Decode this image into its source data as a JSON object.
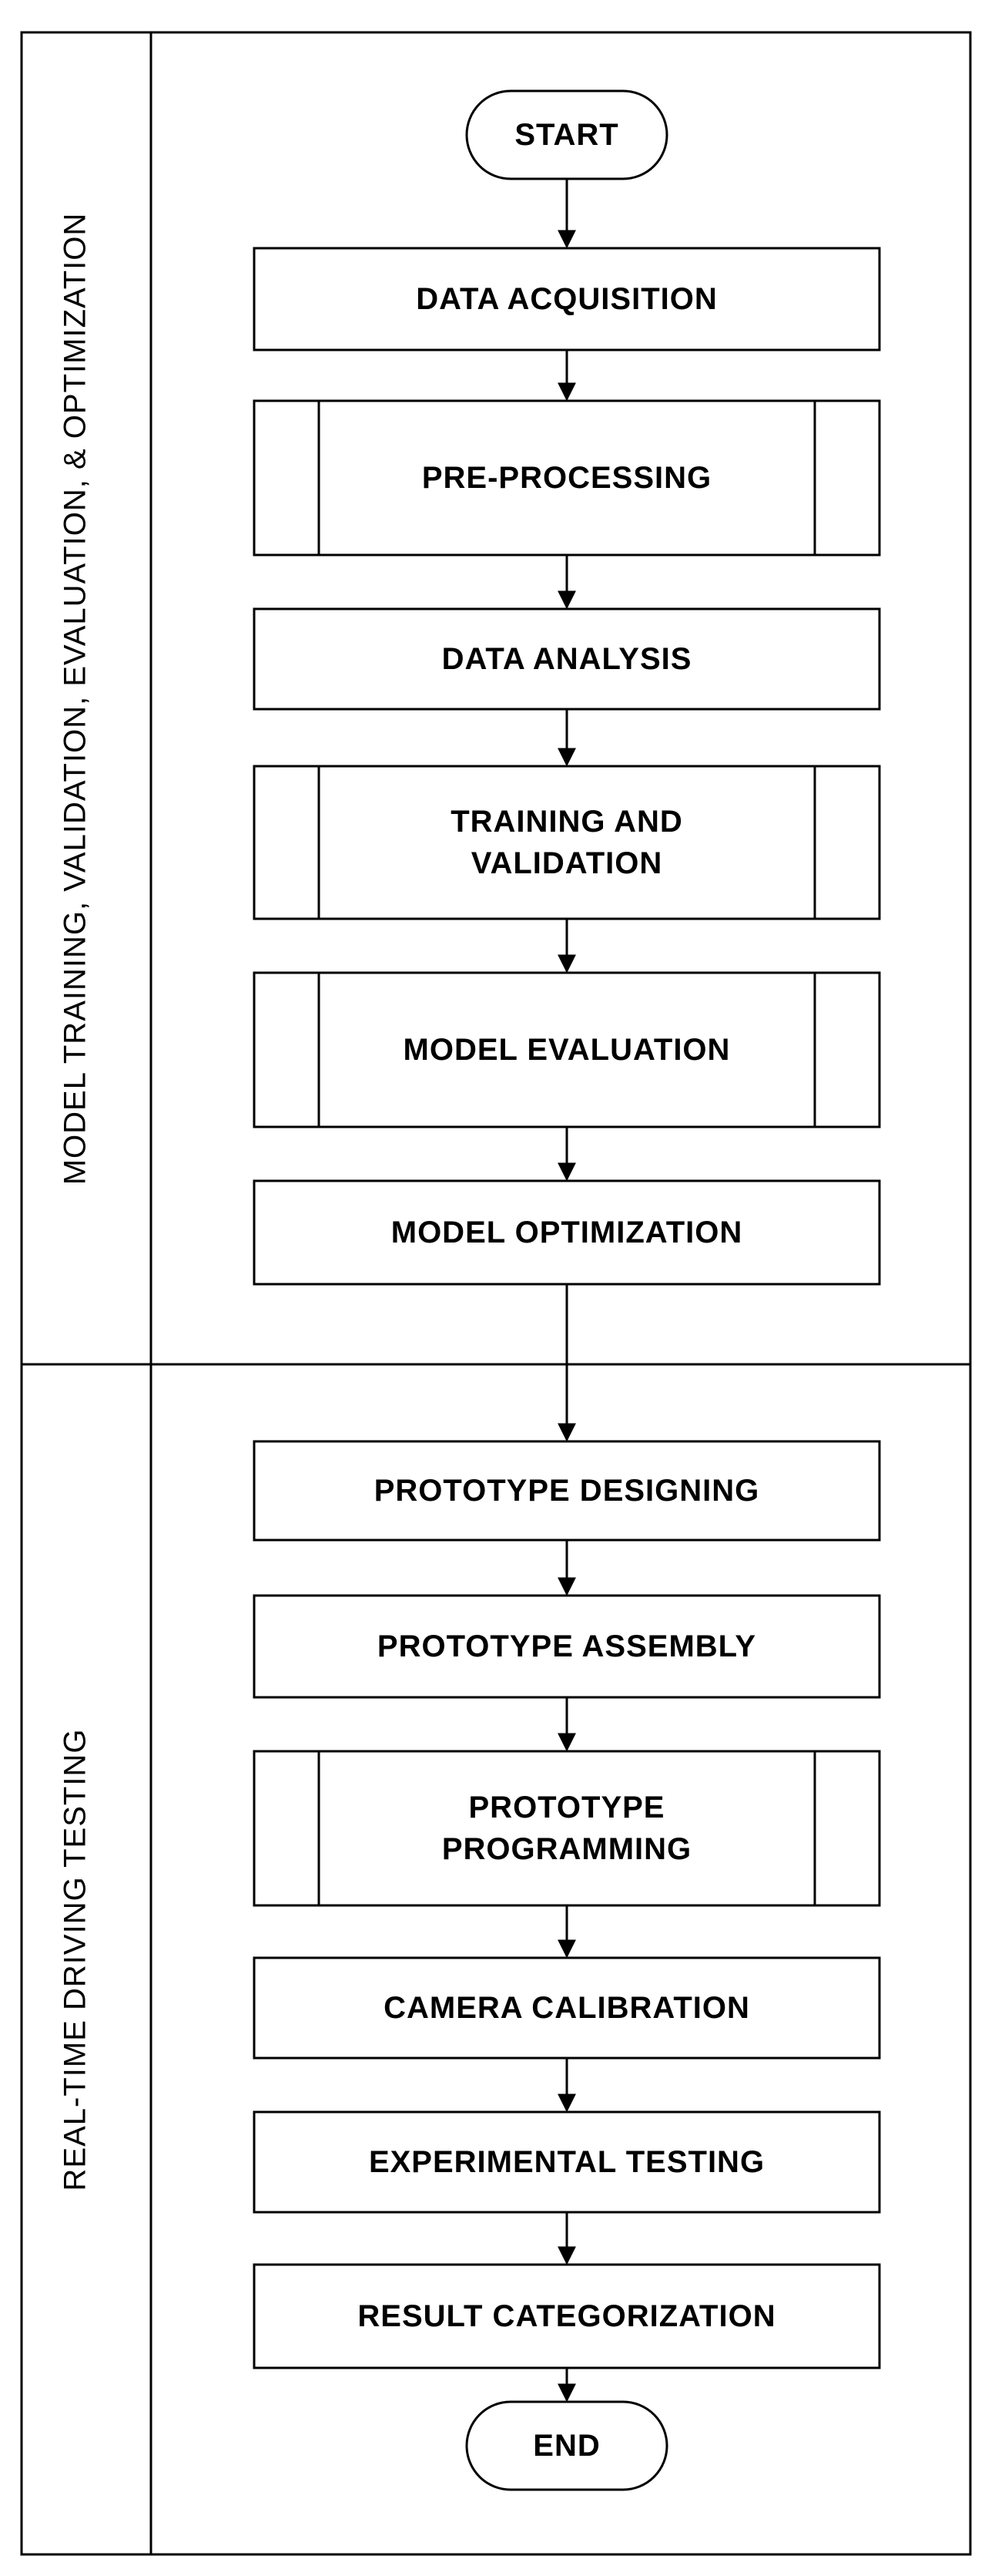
{
  "lanes": {
    "model": "MODEL TRAINING, VALIDATION, EVALUATION, & OPTIMIZATION",
    "realtime": "REAL-TIME DRIVING TESTING"
  },
  "nodes": {
    "start": "START",
    "data_acquisition": "DATA ACQUISITION",
    "pre_processing": "PRE-PROCESSING",
    "data_analysis": "DATA ANALYSIS",
    "training_validation": "TRAINING AND VALIDATION",
    "model_evaluation": "MODEL EVALUATION",
    "model_optimization": "MODEL OPTIMIZATION",
    "prototype_designing": "PROTOTYPE DESIGNING",
    "prototype_assembly": "PROTOTYPE ASSEMBLY",
    "prototype_programming": "PROTOTYPE PROGRAMMING",
    "camera_calibration": "CAMERA CALIBRATION",
    "experimental_testing": "EXPERIMENTAL TESTING",
    "result_categorization": "RESULT CATEGORIZATION",
    "end": "END"
  },
  "colors": {
    "stroke": "#000000",
    "background": "#ffffff"
  }
}
